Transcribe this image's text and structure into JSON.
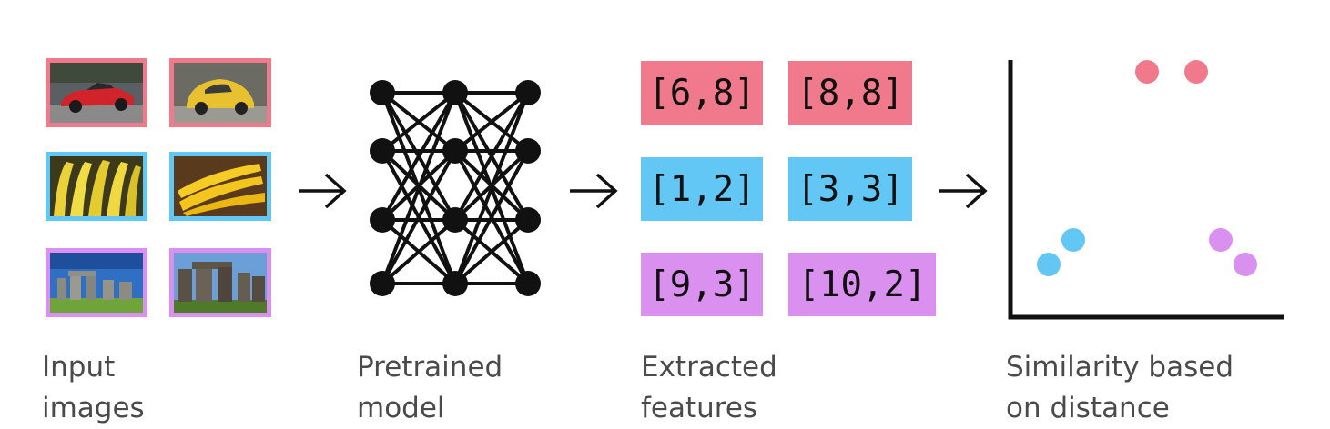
{
  "colors": {
    "car": "#f07a8b",
    "banana": "#62c7f5",
    "stone": "#d990ef",
    "ink": "#111111",
    "label": "#4a4a4a"
  },
  "images": [
    {
      "icon": "red-car-photo",
      "group": "car"
    },
    {
      "icon": "yellow-beetle-photo",
      "group": "car"
    },
    {
      "icon": "bananas-photo",
      "group": "banana"
    },
    {
      "icon": "bananas-photo",
      "group": "banana"
    },
    {
      "icon": "stonehenge-photo",
      "group": "stone"
    },
    {
      "icon": "stonehenge-photo",
      "group": "stone"
    }
  ],
  "features": [
    {
      "text": "[6,8]",
      "group": "car"
    },
    {
      "text": "[8,8]",
      "group": "car"
    },
    {
      "text": "[1,2]",
      "group": "banana"
    },
    {
      "text": "[3,3]",
      "group": "banana"
    },
    {
      "text": "[9,3]",
      "group": "stone"
    },
    {
      "text": "[10,2]",
      "group": "stone"
    }
  ],
  "labels": {
    "input": [
      "Input",
      "images"
    ],
    "model": [
      "Pretrained",
      "model"
    ],
    "features": [
      "Extracted",
      "features"
    ],
    "similarity": [
      "Similarity based",
      "on distance"
    ]
  }
}
